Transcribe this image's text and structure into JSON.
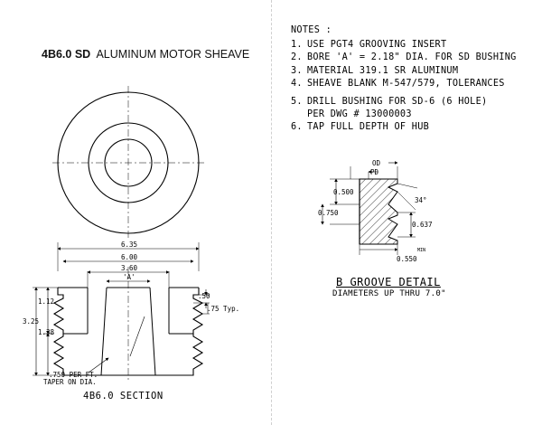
{
  "title": {
    "part_no": "4B6.0 SD",
    "description": "ALUMINUM MOTOR SHEAVE"
  },
  "notes": {
    "heading": "NOTES :",
    "items": [
      {
        "num": "1.",
        "text": "USE PGT4 GROOVING INSERT"
      },
      {
        "num": "2.",
        "text": "BORE 'A' = 2.18\" DIA. FOR SD BUSHING"
      },
      {
        "num": "3.",
        "text": "MATERIAL 319.1 SR ALUMINUM"
      },
      {
        "num": "4.",
        "text": "SHEAVE BLANK M-547/579, TOLERANCES"
      },
      {
        "num": "5.",
        "text": "DRILL BUSHING FOR SD-6 (6 HOLE)"
      },
      {
        "num": "",
        "text": "PER DWG # 13000003"
      },
      {
        "num": "6.",
        "text": "TAP FULL DEPTH OF HUB"
      }
    ]
  },
  "section": {
    "dims": {
      "d635": "6.35",
      "d600": "6.00",
      "d360": "3.60",
      "bore": "'A'",
      "d050": ".50",
      "d075": ".75 Typ.",
      "d112": "1.12",
      "d325": "3.25",
      "d138": "1.38"
    },
    "taper_line1": ".750 PER FT.",
    "taper_line2": "TAPER ON DIA.",
    "caption": "4B6.0 SECTION"
  },
  "groove": {
    "od": "OD",
    "pd": "PD",
    "d0500": "0.500",
    "d0750": "0.750",
    "angle": "34°",
    "d0637": "0.637",
    "d0550": "0.550",
    "min": "MIN",
    "title": "B GROOVE DETAIL",
    "subtitle": "DIAMETERS UP THRU 7.0\""
  }
}
